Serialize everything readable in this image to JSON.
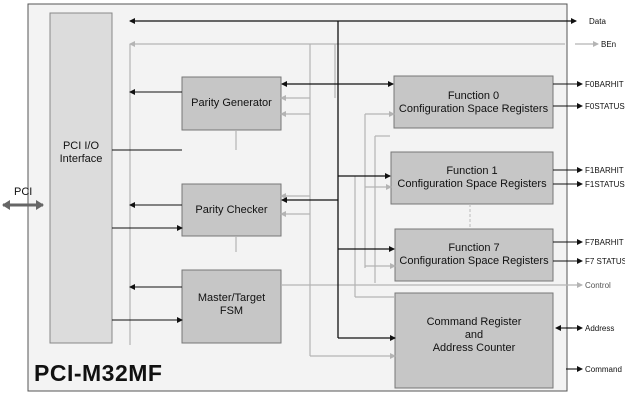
{
  "title": "PCI-M32MF",
  "pci_label": "PCI",
  "blocks": {
    "pci_io": "PCI I/O\nInterface",
    "parity_generator": "Parity Generator",
    "parity_checker": "Parity Checker",
    "master_target_fsm": "Master/Target\nFSM",
    "function0": "Function 0\nConfiguration Space Registers",
    "function1": "Function 1\nConfiguration Space Registers",
    "function7": "Function 7\nConfiguration Space Registers",
    "command_register": "Command Register\nand\nAddress Counter"
  },
  "signals": {
    "data": "Data",
    "ben": "BEn",
    "f0barhit": "F0BARHIT",
    "f0status": "F0STATUS",
    "f1barhit": "F1BARHIT",
    "f1status": "F1STATUS",
    "f7barhit": "F7BARHIT",
    "f7status": "F7 STATUS",
    "control": "Control",
    "address": "Address",
    "command": "Command"
  }
}
